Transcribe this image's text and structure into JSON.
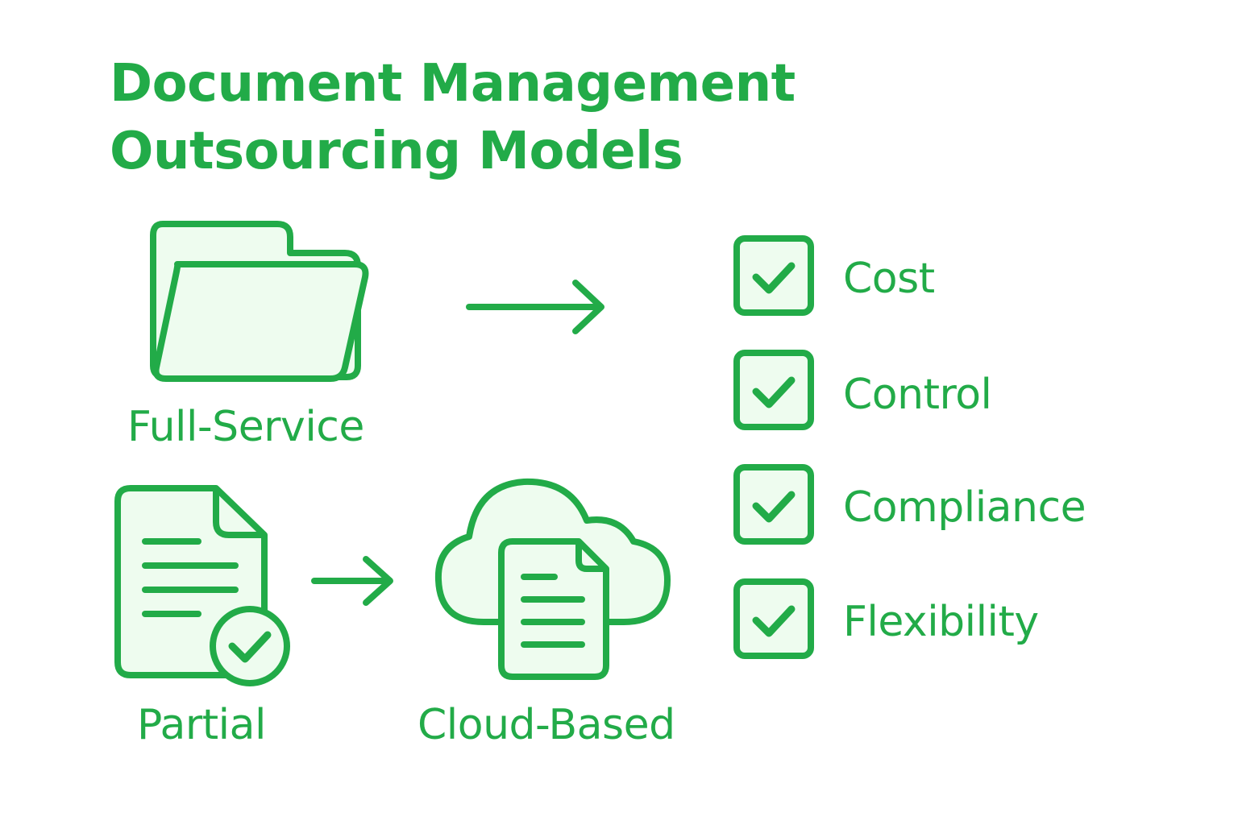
{
  "colors": {
    "accent": "#22ab48",
    "icon_fill": "#eefcef",
    "background": "#ffffff"
  },
  "title": {
    "line1": "Document Management",
    "line2": "Outsourcing Models"
  },
  "models": {
    "full_service": {
      "label": "Full-Service",
      "icon": "folder-icon"
    },
    "partial": {
      "label": "Partial",
      "icon": "document-check-icon"
    },
    "cloud_based": {
      "label": "Cloud-Based",
      "icon": "cloud-document-icon"
    }
  },
  "benefits": [
    {
      "label": "Cost",
      "icon": "checkbox-checked-icon"
    },
    {
      "label": "Control",
      "icon": "checkbox-checked-icon"
    },
    {
      "label": "Compliance",
      "icon": "checkbox-checked-icon"
    },
    {
      "label": "Flexibility",
      "icon": "checkbox-checked-icon"
    }
  ]
}
